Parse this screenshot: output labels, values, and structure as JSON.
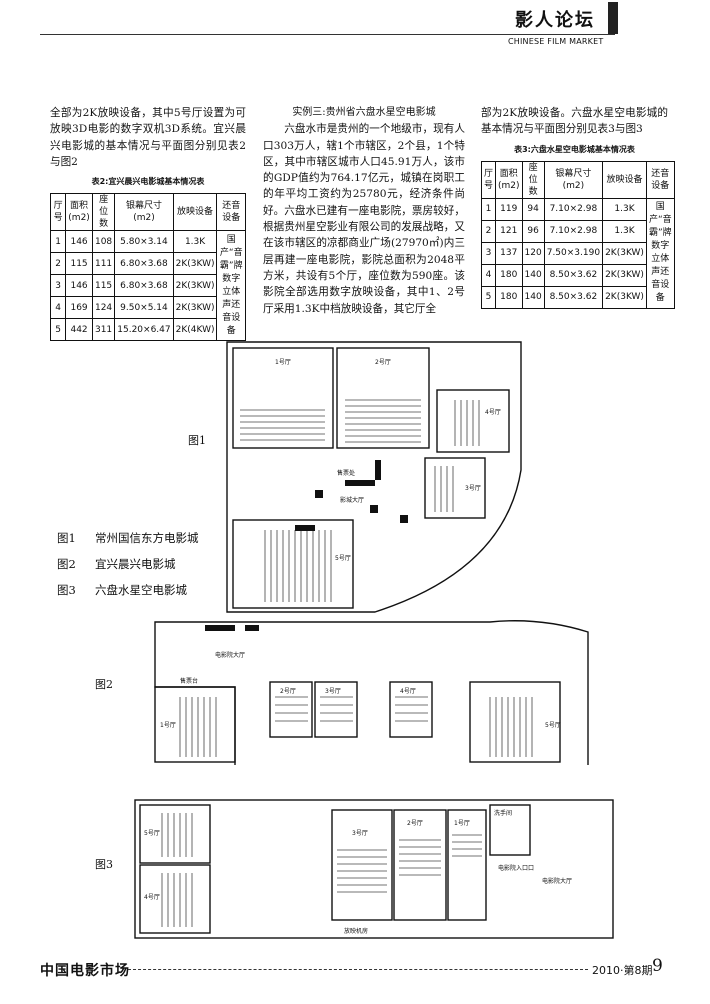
{
  "header": {
    "title": "影人论坛",
    "subtitle": "CHINESE FILM MARKET"
  },
  "col1": {
    "para": "全部为2K放映设备，其中5号厅设置为可放映3D电影的数字双机3D系统。宜兴晨兴电影城的基本情况与平面图分别见表2与图2",
    "table_caption": "表2:宜兴晨兴电影城基本情况表"
  },
  "col2": {
    "heading": "实例三:贵州省六盘水星空电影城",
    "para": "六盘水市是贵州的一个地级市，现有人口303万人，辖1个市辖区，2个县，1个特区，其中市辖区城市人口45.91万人，该市的GDP值约为764.17亿元，城镇在岗职工的年平均工资约为25780元，经济条件尚好。六盘水已建有一座电影院，票房较好，根据贵州星空影业有限公司的发展战略，又在该市辖区的凉都商业广场(27970㎡)内三层再建一座电影院，影院总面积为2048平方米，共设有5个厅，座位数为590座。该影院全部选用数字放映设备，其中1、2号厅采用1.3K中档放映设备，其它厅全"
  },
  "col3": {
    "para": "部为2K放映设备。六盘水星空电影城的基本情况与平面图分别见表3与图3",
    "table_caption": "表3:六盘水星空电影城基本情况表"
  },
  "table_headers": {
    "hall": "厅号",
    "area": "面积(m2)",
    "seats": "座位数",
    "screen": "银幕尺寸(m2)",
    "projector": "放映设备",
    "sound": "还音设备"
  },
  "table2": {
    "sound_equipment": "国产“音霸”牌数字立体声还音设备",
    "rows": [
      {
        "hall": "1",
        "area": "146",
        "seats": "108",
        "screen": "5.80×3.14",
        "projector": "1.3K"
      },
      {
        "hall": "2",
        "area": "115",
        "seats": "111",
        "screen": "6.80×3.68",
        "projector": "2K(3KW)"
      },
      {
        "hall": "3",
        "area": "146",
        "seats": "115",
        "screen": "6.80×3.68",
        "projector": "2K(3KW)"
      },
      {
        "hall": "4",
        "area": "169",
        "seats": "124",
        "screen": "9.50×5.14",
        "projector": "2K(3KW)"
      },
      {
        "hall": "5",
        "area": "442",
        "seats": "311",
        "screen": "15.20×6.47",
        "projector": "2K(4KW)"
      }
    ]
  },
  "table3": {
    "sound_equipment": "国产“音霸”牌数字立体声还音设备",
    "rows": [
      {
        "hall": "1",
        "area": "119",
        "seats": "94",
        "screen": "7.10×2.98",
        "projector": "1.3K"
      },
      {
        "hall": "2",
        "area": "121",
        "seats": "96",
        "screen": "7.10×2.98",
        "projector": "1.3K"
      },
      {
        "hall": "3",
        "area": "137",
        "seats": "120",
        "screen": "7.50×3.190",
        "projector": "2K(3KW)"
      },
      {
        "hall": "4",
        "area": "180",
        "seats": "140",
        "screen": "8.50×3.62",
        "projector": "2K(3KW)"
      },
      {
        "hall": "5",
        "area": "180",
        "seats": "140",
        "screen": "8.50×3.62",
        "projector": "2K(3KW)"
      }
    ]
  },
  "figures": {
    "fig1_label": "图1",
    "fig2_label": "图2",
    "fig3_label": "图3",
    "captions": [
      {
        "num": "图1",
        "text": "常州国信东方电影城"
      },
      {
        "num": "图2",
        "text": "宜兴晨兴电影城"
      },
      {
        "num": "图3",
        "text": "六盘水星空电影城"
      }
    ],
    "fig1_rooms": {
      "h1": "1号厅",
      "h2": "2号厅",
      "h3": "3号厅",
      "h4": "4号厅",
      "h5": "5号厅",
      "lobby": "影城大厅",
      "ticket": "售票处"
    },
    "fig2_rooms": {
      "lobby": "电影院大厅",
      "h1": "1号厅",
      "h2": "2号厅",
      "h3": "3号厅",
      "h4": "4号厅",
      "h5": "5号厅",
      "box": "售票台"
    },
    "fig3_rooms": {
      "h1": "1号厅",
      "h2": "2号厅",
      "h3": "3号厅",
      "h4": "4号厅",
      "h5": "5号厅",
      "wc": "洗手间",
      "entry": "电影院入口口",
      "lobby": "电影院大厅",
      "office": "放映机房"
    }
  },
  "footer": {
    "brand": "中国电影市场",
    "issue": "2010·第8期",
    "page": "9"
  }
}
